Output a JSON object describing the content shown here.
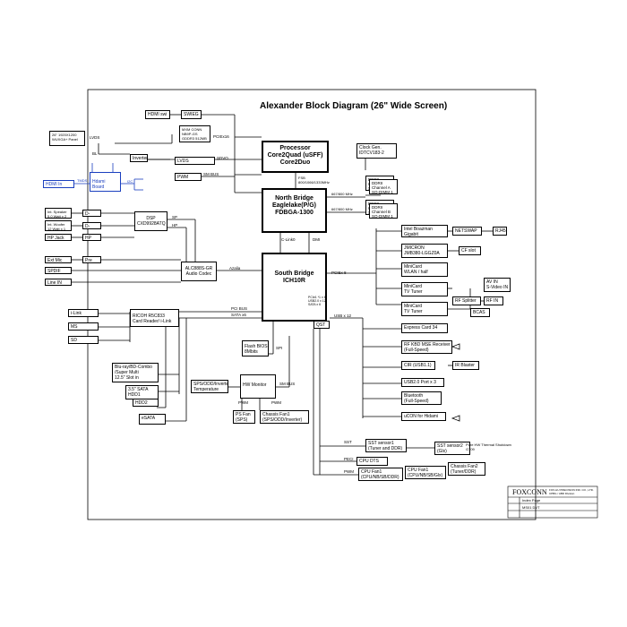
{
  "title": "Alexander Block Diagram (26\" Wide Screen)",
  "hdmi_in": "HDMI In Jack",
  "hdmi_board": "Hdami Board",
  "tmds": "TMDS",
  "i2c": "I2C",
  "boxes": {
    "hdmi_swi": "HDMI swi",
    "swieg": "SWIEG",
    "mxm": "MXM CONN\nNB9P-GS\nGDDR3 512MB",
    "pciex16": "PCIEx16",
    "panel": "26\" 1920X1200\nWUXGA+ Panel",
    "lvds": "LVDS",
    "bl": "BL",
    "inverter": "Inverter",
    "lvds_tx": "LVDS Transmitter",
    "sdvo": "SDVO",
    "pwm_ctrl": "PWM Control",
    "sm_bus_top": "SM BUS",
    "cpu": "Processor\nCore2Quad (uSFF)\nCore2Duo",
    "fsb": "FSB\n800/1066/1333MHz",
    "clock": "Clock Gen.\nIDTCV183-2",
    "ddr_a": "DDRII\nChannel A\nSO-DIMM 0",
    "ddr_a2": "DDRII\nChannel A\nSO-DIMM 1",
    "ddr_b": "DDRII\nChannel B\nSO-DIMM 0",
    "ddr_b2": "DDRII\nChannel B\nSO-DIMM 1",
    "mem_a_speed": "667/800 MHz",
    "mem_b_speed": "667/800 MHz",
    "nb": "North Bridge\nEaglelake(P/G)\nFDBGA-1300",
    "clink": "C-Link0",
    "dmi": "DMI",
    "ext_spk": "Int. Speaker\n5.0 Watt x 2",
    "int_woofer": "Int. Woofer\n12 Watt x 1",
    "hp_jack": "HP Jack",
    "damp1": "D-AMP",
    "damp2": "D-AMP",
    "hpamp": "HP AMP",
    "dsp": "DSP\nCXD9928ATQ",
    "sp": "SP",
    "hp": "HP",
    "ext_mic": "Ext Mic Jack",
    "spdif": "SPDIF Out",
    "line_in": "Line IN Jack",
    "pre_amp": "Pre AMP",
    "codec": "ALC888S-GR\nAudio Codec",
    "azalia": "Azalia",
    "sb": "South Bridge\nICH10R",
    "pcie_x": "PCIEx 8",
    "intel_gb": "Intel Boazman\nGigabit",
    "netswap": "NETSWAP",
    "rj45": "RJ45",
    "jmicron": "JMICRON\nJMB380-LGGZ0A",
    "cf_slot": "CF slot",
    "minicard1": "MiniCard\nWLAN / half",
    "minicard2": "MiniCard\nTV Tuner",
    "av_in": "AV IN\nS-Video IN",
    "rf_splitter": "RF Splitter",
    "rf_in": "RF IN",
    "minicard3": "MiniCard\nTV Tuner",
    "bcas": "BCAS",
    "express": "Express Card 34",
    "usb_x12": "USB x 12",
    "rf_kbd": "RF KBD MSE Receiver\n(Full-Speed)",
    "cir": "CIR (USB1.1)",
    "ir_blaster": "IR Blaster",
    "usb20": "USB2.0 Port x 3",
    "bluetooth": "Bluetooth\n(Full-Speed)",
    "ucon": "uCON for Hidami",
    "ilink": "i-Link",
    "ms": "MS STD/DUO",
    "sd": "SD",
    "ricoh": "RICOH R5C833\nCard Reader/ i-Link",
    "pci_bus": "PCI BUS",
    "sata_x6": "SATA x6",
    "pcie_ab": "PCIe1 *1 x 6\nUSB2.0 x 12\nSATA x 6",
    "qst": "QST",
    "flash": "Flash BIOS\n8Mbits",
    "spi": "SPI",
    "bluray": "Blu-ray/BD-Combo\n/Super Multi\n12.5\" Slot in",
    "sata_hdd": "3.5\" SATA\nHDD1",
    "hdd2": "HDD2",
    "esata": "eSATA",
    "sps_temp": "SPS/ODD/Inverter\nTemperature",
    "hw_monitor": "HW Monitor",
    "sm_bus_bot": "SM BUS",
    "pwm1": "PWM",
    "pwm2": "PWM",
    "ps_fan": "PS Fan\n(SPS)",
    "chassis_fan1": "Chassis Fan1\n(SPS/ODD/Inverter)",
    "sst": "SST",
    "peci": "PECI",
    "pwm3": "PWM",
    "sst1": "SST sensor1\n(Tuner and DDR)",
    "sst2": "SST sensor2\n(Glx)",
    "cpu_dts": "CPU DTS",
    "cpu_fan1": "CPU Fan1\n(CPU/NB/SB/DDR)",
    "cpu_fan1b": "CPU Fan1\n(CPU/NB/SB/Glx)",
    "chassis_fan2": "Chassis Fan2\n(Tuner/DDR)",
    "pure_hw": "Pure HW Thermal Shutdown\nG709"
  },
  "titleblock": {
    "company": "FOXCONN",
    "company_sub": "FOX-HU PRECISION IND. CO., LTD.\nCPBG / ABD Division",
    "label_title": "Index Page",
    "label_doc": "MS01 DVT"
  }
}
